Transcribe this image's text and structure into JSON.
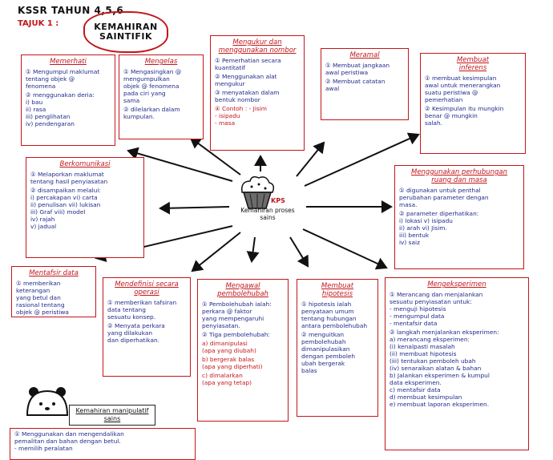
{
  "header": {
    "title": "KSSR TAHUN 4,5,6",
    "tajuk": "TAJUK 1 :",
    "cloud": "KEMAHIRAN\nSAINTIFIK"
  },
  "center": {
    "krp": "KPS",
    "label": "Kemahiran proses\nsains"
  },
  "boxes": {
    "memerhati": {
      "title": "Memerhati",
      "items": [
        "① Mengumpul maklumat\ntentang objek @\nfenomena",
        "② menggunakan deria:\ni) bau\nii) rasa\niii) penglihatan\niv) pendengaran"
      ]
    },
    "mengelas": {
      "title": "Mengelas",
      "items": [
        "① Mengasingkan @\nmengumpulkan\nobjek @ fenomena\npada ciri yang\nsama",
        "② dilelarkan dalam\nkumpulan."
      ]
    },
    "mengukur": {
      "title": "Mengukur dan\nmenggunakan nombor",
      "items": [
        "① Pemerhatian secara\nkuantitatif",
        "② Menggunakan alat\nmengukur",
        "③ menyatakan dalam\nbentuk nombor",
        "④ Contoh : - Jisim\n- isipadu\n- masa"
      ]
    },
    "meramal": {
      "title": "Meramal",
      "items": [
        "① Membuat jangkaan\nawal peristiwa",
        "② Membuat catatan\nawal"
      ]
    },
    "inferens": {
      "title": "Membuat\ninferens",
      "items": [
        "① membuat kesimpulan\nawal untuk menerangkan\nsuatu peristiwa @\npemerhatian",
        "② Kesimpulan itu mungkin\nbenar @ mungkin\nsalah."
      ]
    },
    "berkomunikasi": {
      "title": "Berkomunikasi",
      "items": [
        "① Melaporkan maklumat\ntentang hasil penyiasatan",
        "② disampaikan melalui:\ni) percakapan   vi) carta\nii) penulisan     vii) lukisan\niii) Graf          viii) model\niv) rajah\nv) jadual"
      ]
    },
    "ruang": {
      "title": "Menggunakan perhubungan\nruang dan masa",
      "items": [
        "① digunakan untuk penthal\nperubahan parameter dengan\nmasa.",
        "② parameter diperhatikan:\ni) lokasi     v) isipadu\nii) arah       vi) Jisim.\niii) bentuk\niv) saiz"
      ]
    },
    "mentafsir": {
      "title": "Mentafsir data",
      "items": [
        "① memberikan keterangan\nyang betul dan\nrasional tentang\nobjek @ peristiwa"
      ]
    },
    "definisi": {
      "title": "Mendefinisi secara\noperasi",
      "items": [
        "① memberikan tafsiran\ndata tentang\nsesuatu konsep.",
        "② Menyata perkara\nyang dilakukan\ndan diperhatikan."
      ]
    },
    "mengawal": {
      "title": "Mengawal\npembolehubah",
      "items": [
        "① Pembolehubah ialah:\nperkara @ faktor\nyang mempengaruhi\npenyiasatan.",
        "② Tiga pembolehubah:",
        "a) dimanipulasi\n(apa yang diubah)",
        "b) bergerak balas\n(apa yang diperhati)",
        "c) dimalarkan\n(apa yang tetap)"
      ]
    },
    "hipotesis": {
      "title": "Membuat\nhipotesis",
      "items": [
        "① hipotesis ialah\npenyataan umum\ntentang hubungan\nantara pembolehubah",
        "② menguitkan\npembolehubah\ndimanipulasikan\ndengan pemboleh\nubah bergerak\nbalas"
      ]
    },
    "eksperimen": {
      "title": "Mengeksperimen",
      "items": [
        "① Merancang dan menjalankan\nsesuatu penyiasatan untuk:\n- menguji hipotesis\n- mengumpul data\n- mentafsir data",
        "② langkah menjalankan eksperimen:\na) merancang eksperimen:\n(i) kenalpasti masalah\n(ii) membuat hipotesis\n(iii) tentukan pemboleh ubah\n(iv) senaraikan alatan & bahan\nb) Jalankan eksperimen & kumpul\ndata eksperimen.\nc) mentafsir data\nd) membuat kesimpulan\ne) membuat laporan eksperimen."
      ]
    }
  },
  "bottom": {
    "title": "Kemahiran manipulatif\nsains",
    "items": [
      "① Menggunakan dan mengendalikan\npemalitan dan bahan dengan betul.\n- memilih peralatan"
    ]
  },
  "colors": {
    "heading": "#c2161b",
    "text": "#1f2a8a",
    "border": "#c2161b"
  }
}
